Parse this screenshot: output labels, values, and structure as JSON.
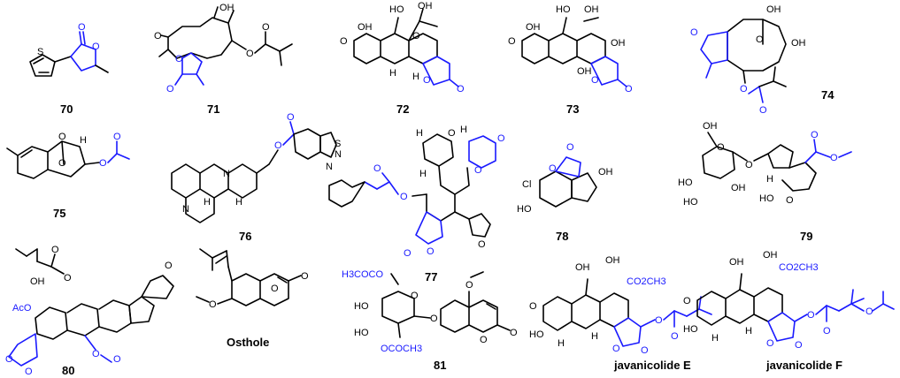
{
  "compounds": [
    {
      "id": "c70",
      "label": "70"
    },
    {
      "id": "c71",
      "label": "71"
    },
    {
      "id": "c72",
      "label": "72"
    },
    {
      "id": "c73",
      "label": "73"
    },
    {
      "id": "c74",
      "label": "74"
    },
    {
      "id": "c75",
      "label": "75"
    },
    {
      "id": "c76",
      "label": "76"
    },
    {
      "id": "c77",
      "label": "77"
    },
    {
      "id": "c78",
      "label": "78"
    },
    {
      "id": "c79",
      "label": "79"
    },
    {
      "id": "c80",
      "label": "80"
    },
    {
      "id": "osthole",
      "label": "Osthole"
    },
    {
      "id": "c81",
      "label": "81"
    },
    {
      "id": "javE",
      "label": "javanicolide E"
    },
    {
      "id": "javF",
      "label": "javanicolide F"
    }
  ],
  "atoms": {
    "O": "O",
    "S": "S",
    "N": "N",
    "H": "H",
    "OH": "OH",
    "HO": "HO",
    "Cl": "Cl",
    "AcO": "AcO",
    "OCOCH3": "OCOCH3",
    "H3COCO": "H3COCO",
    "CO2CH3": "CO2CH3"
  },
  "colors": {
    "bond": "#000000",
    "highlight": "#1a1aff",
    "background": "#ffffff"
  }
}
